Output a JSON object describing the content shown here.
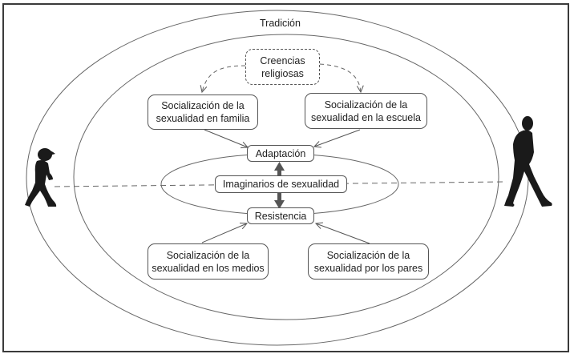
{
  "outer_ring_label": "Tradición",
  "top_influence": {
    "label_line1": "Creencias",
    "label_line2": "religiosas"
  },
  "socialization_boxes": {
    "family": {
      "line1": "Socialización de la",
      "line2": "sexualidad en familia"
    },
    "school": {
      "line1": "Socialización de la",
      "line2": "sexualidad en la escuela"
    },
    "media": {
      "line1": "Socialización de la",
      "line2": "sexualidad en los medios"
    },
    "peers": {
      "line1": "Socialización de la",
      "line2": "sexualidad por los pares"
    }
  },
  "center": {
    "adaptation": "Adaptación",
    "imaginaries": "Imaginarios de sexualidad",
    "resistance": "Resistencia"
  },
  "figures": {
    "left": "child-walking-silhouette",
    "right": "adult-walking-silhouette"
  },
  "colors": {
    "line": "#555555",
    "frame": "#3a3a3a",
    "thick_arrow": "#555555",
    "silhouette": "#1a1a1a"
  }
}
